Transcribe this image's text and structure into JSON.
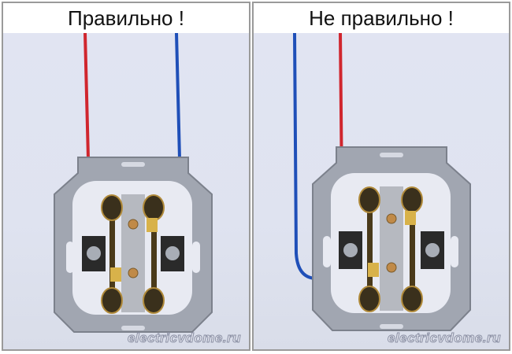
{
  "panels": [
    {
      "id": "left",
      "caption": "Правильно !",
      "watermark": "electricvdome.ru",
      "wires": {
        "left_wire_color": "#d0262e",
        "right_wire_color": "#1f4fb8"
      }
    },
    {
      "id": "right",
      "caption": "Не правильно !",
      "watermark": "electricvdome.ru",
      "wires": {
        "left_wire_color": "#1f4fb8",
        "right_wire_color": "#d0262e"
      }
    }
  ],
  "colors": {
    "border": "#9a9a9a",
    "background": "#e4e7f3",
    "frame_metal": "#9da2ad",
    "brass": "#b08a3a",
    "contact_gold": "#d8b24a"
  }
}
